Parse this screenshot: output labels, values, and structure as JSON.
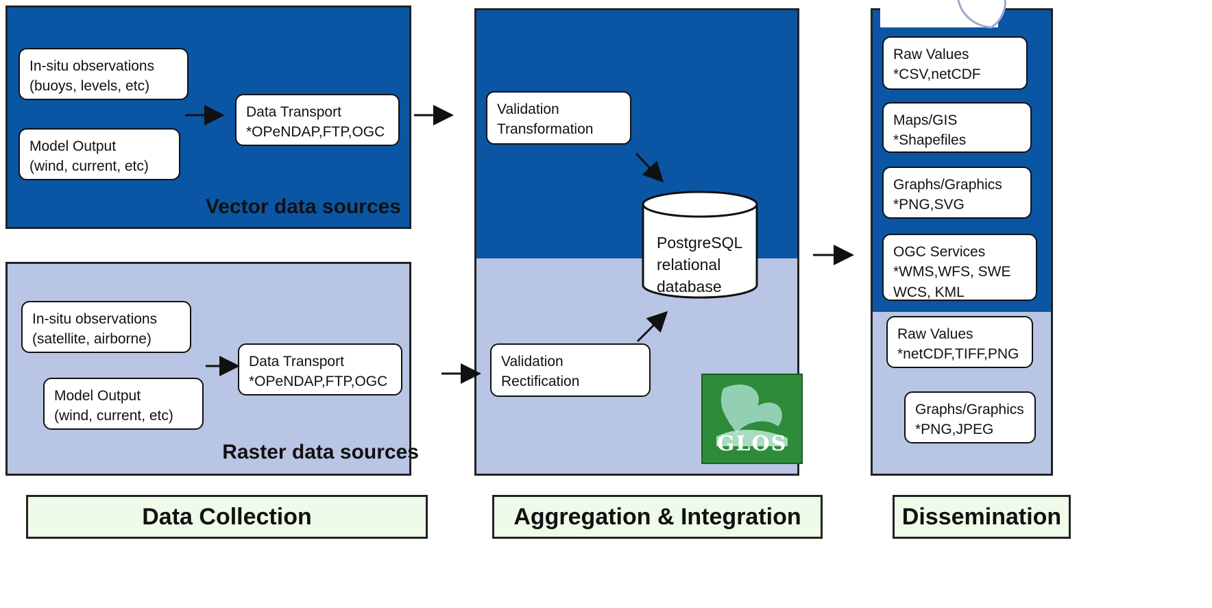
{
  "collection": {
    "vector": {
      "title": "Vector data sources",
      "insitu": "In-situ observations\n(buoys, levels, etc)",
      "model": "Model Output\n(wind, current, etc)",
      "transport": "Data Transport\n*OPeNDAP,FTP,OGC"
    },
    "raster": {
      "title": "Raster data sources",
      "insitu": "In-situ observations\n(satellite, airborne)",
      "model": "Model Output\n(wind, current, etc)",
      "transport": "Data Transport\n*OPeNDAP,FTP,OGC"
    }
  },
  "aggregation": {
    "vector_process": "Validation\nTransformation",
    "raster_process": "Validation\nRectification",
    "database": "PostgreSQL\nrelational\ndatabase",
    "logo_text": "GLOS"
  },
  "dissemination": {
    "items": [
      "Raw Values\n*CSV,netCDF",
      "Maps/GIS\n*Shapefiles",
      "Graphs/Graphics\n*PNG,SVG",
      "OGC Services\n*WMS,WFS, SWE\n WCS, KML",
      "Raw Values\n*netCDF,TIFF,PNG",
      "Graphs/Graphics\n*PNG,JPEG"
    ]
  },
  "footers": {
    "collection": "Data Collection",
    "aggregation": "Aggregation & Integration",
    "dissemination": "Dissemination"
  },
  "colors": {
    "dark_blue": "#0a56a4",
    "light_blue": "#b9c5e4",
    "footer_green": "#eefbe8",
    "logo_green": "#2e8b3a"
  }
}
